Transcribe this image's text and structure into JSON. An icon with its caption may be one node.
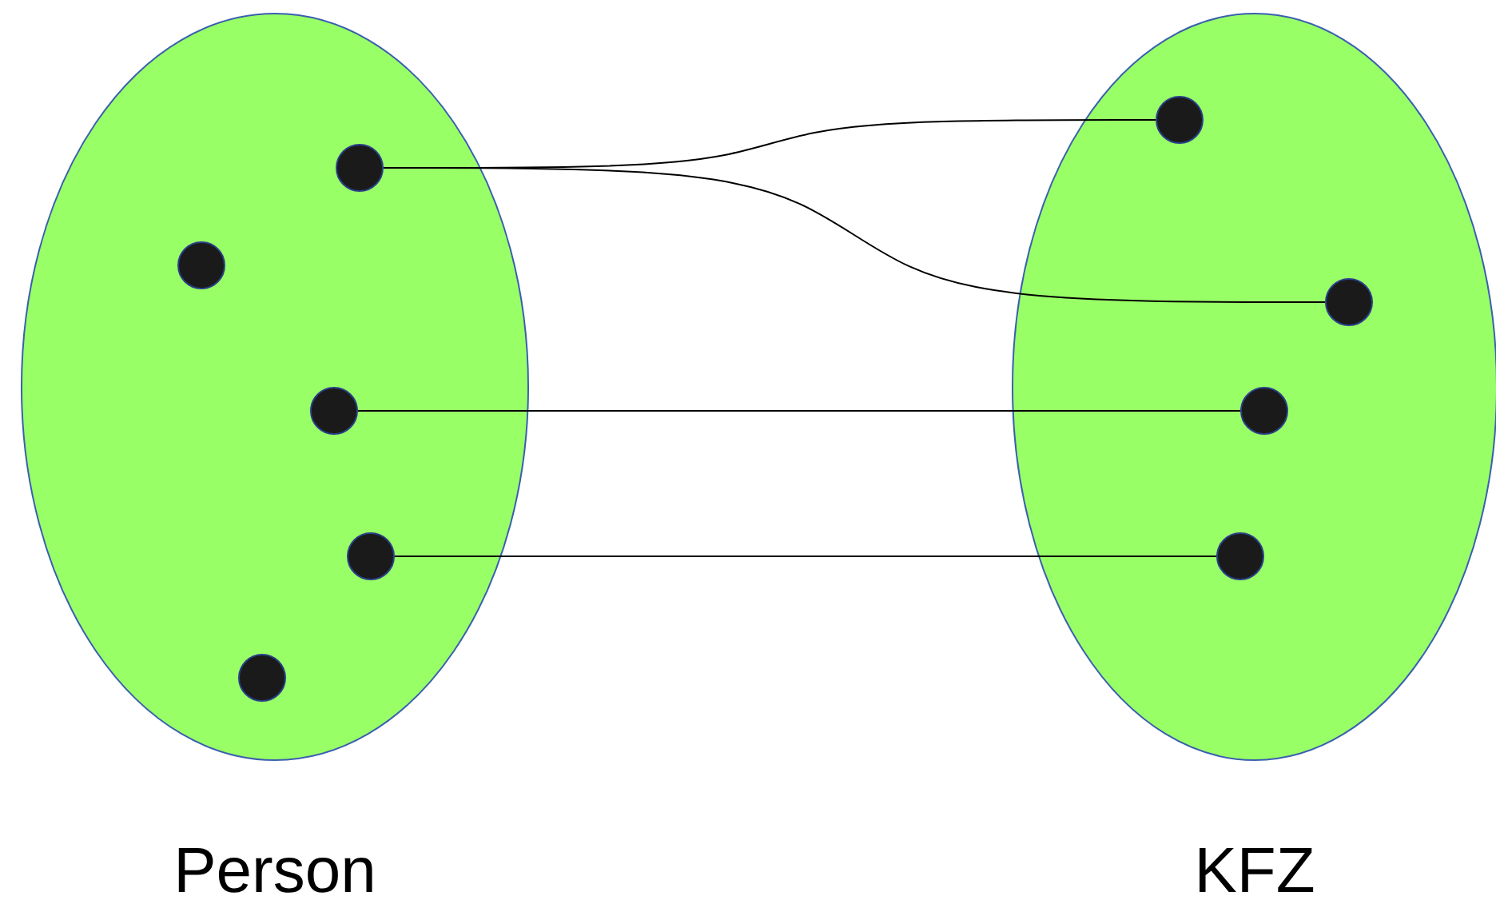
{
  "diagram": {
    "nodes": [
      {
        "text": [
          "Person"
        ]
      },
      {
        "text": [],
        "shape": "circle",
        "in": 0
      },
      {
        "text": [],
        "shape": "circle",
        "in": 0
      },
      {
        "text": [],
        "shape": "circle",
        "in": 0
      },
      {
        "text": [],
        "shape": "circle",
        "in": 0
      },
      {
        "text": [],
        "shape": "circle",
        "in": 0
      },
      {
        "text": [
          "KFZ"
        ]
      },
      {
        "text": [],
        "shape": "circle",
        "in": 6
      },
      {
        "text": [],
        "shape": "circle",
        "in": 6
      },
      {
        "text": [],
        "shape": "circle",
        "in": 6
      },
      {
        "text": [],
        "shape": "circle",
        "in": 6
      }
    ],
    "edges": [
      {
        "from": 1,
        "to": 7,
        "arrow": "none"
      },
      {
        "from": 1,
        "to": 8,
        "arrow": "none"
      },
      {
        "from": 3,
        "to": 9,
        "arrow": "none"
      },
      {
        "from": 4,
        "to": 10,
        "arrow": "none"
      }
    ]
  }
}
